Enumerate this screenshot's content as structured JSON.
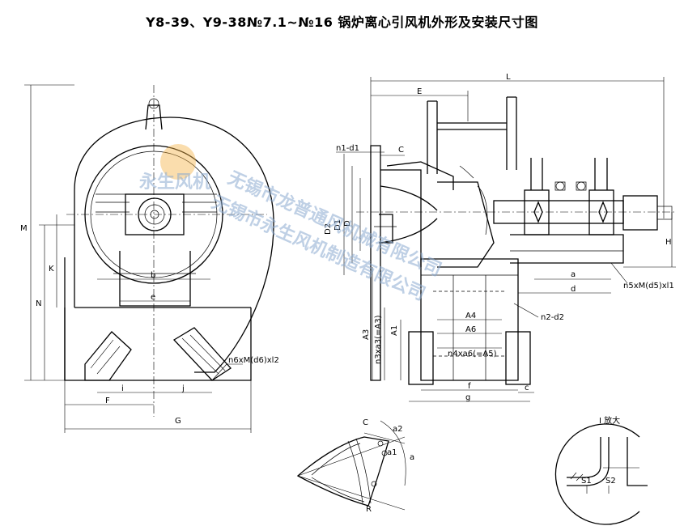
{
  "title": "Y8-39、Y9-38№7.1~№16 锅炉离心引风机外形及安装尺寸图",
  "watermark": {
    "text_1": "无锡市龙普通风机械有限公司",
    "text_2": "无锡市永生风机制造有限公司",
    "logo_text": "永生风机"
  },
  "front_view_labels": {
    "M": "M",
    "N": "N",
    "K": "K",
    "b": "b",
    "e": "e",
    "F": "F",
    "G": "G",
    "i": "i",
    "j": "j",
    "bolts": "n6xM(d6)xl2"
  },
  "side_view_labels": {
    "L": "L",
    "E": "E",
    "C": "C",
    "n1d1": "n1-d1",
    "n2d2": "n2-d2",
    "D2": "D2",
    "D1": "D1",
    "D": "D",
    "H": "H",
    "a": "a",
    "d": "d",
    "bolts5": "n5xM(d5)xl1",
    "A3": "A3",
    "A1": "A1",
    "n3": "n3xa3(=A3)",
    "A4": "A4",
    "A6": "A6",
    "n4": "n4xa6(=A5)",
    "f": "f",
    "g": "g",
    "c": "c"
  },
  "cone_view_labels": {
    "C": "C",
    "a2": "a2",
    "a1": "a1",
    "a": "a",
    "R": "R"
  },
  "detail_view": {
    "title": "I 放大",
    "S1": "S1",
    "S2": "S2"
  }
}
